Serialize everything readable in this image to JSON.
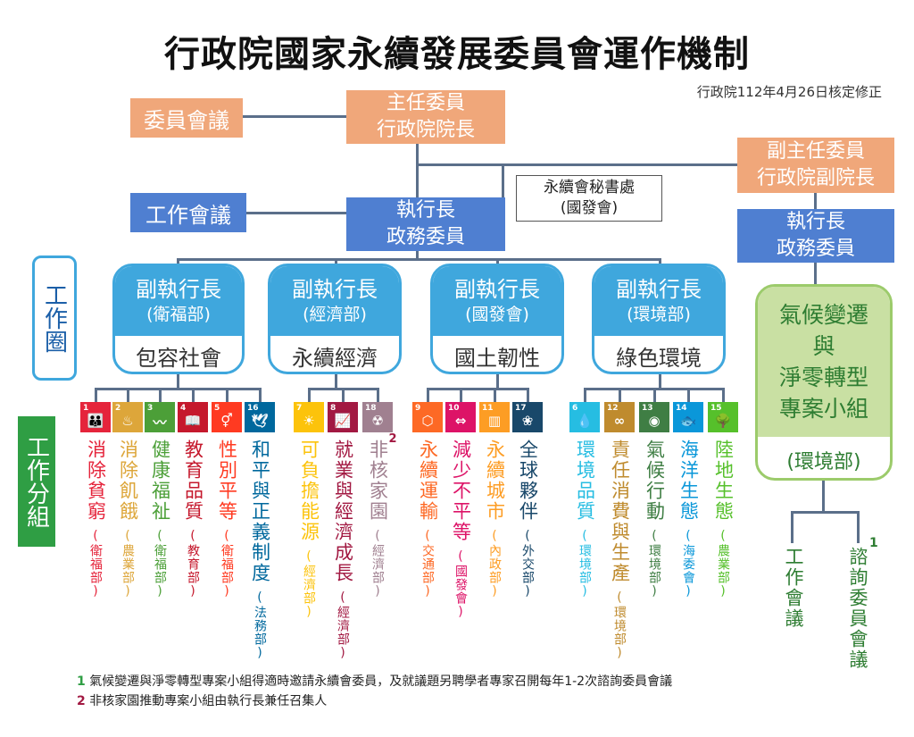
{
  "title": "行政院國家永續發展委員會運作機制",
  "approval_note": "行政院112年4月26日核定修正",
  "committee_meeting": "委員會議",
  "working_meeting": "工作會議",
  "chair": {
    "line1": "主任委員",
    "line2": "行政院院長"
  },
  "vice_chair": {
    "line1": "副主任委員",
    "line2": "行政院副院長"
  },
  "ceo_left": {
    "line1": "執行長",
    "line2": "政務委員"
  },
  "ceo_right": {
    "line1": "執行長",
    "line2": "政務委員"
  },
  "secretariat": {
    "line1": "永續會秘書處",
    "line2": "(國發會)"
  },
  "work_circle": "工作圈",
  "work_groups_label": "工作分組",
  "circles": [
    {
      "title": "副執行長",
      "agency": "(衛福部)",
      "name": "包容社會"
    },
    {
      "title": "副執行長",
      "agency": "(經濟部)",
      "name": "永續經濟"
    },
    {
      "title": "副執行長",
      "agency": "(國發會)",
      "name": "國土韌性"
    },
    {
      "title": "副執行長",
      "agency": "(環境部)",
      "name": "綠色環境"
    }
  ],
  "groups": [
    {
      "num": "1",
      "icon": "people-icon",
      "glyph": "👪",
      "color": "#e5243b",
      "name": "消除貧窮",
      "dept": "(衛福部)"
    },
    {
      "num": "2",
      "icon": "bowl-icon",
      "glyph": "♨",
      "color": "#dda63a",
      "name": "消除飢餓",
      "dept": "(農業部)"
    },
    {
      "num": "3",
      "icon": "heartbeat-icon",
      "glyph": "〰",
      "color": "#4c9f38",
      "name": "健康福祉",
      "dept": "(衛福部)"
    },
    {
      "num": "4",
      "icon": "book-icon",
      "glyph": "📖",
      "color": "#c5192d",
      "name": "教育品質",
      "dept": "(教育部)"
    },
    {
      "num": "5",
      "icon": "gender-icon",
      "glyph": "⚥",
      "color": "#ff3a21",
      "name": "性別平等",
      "dept": "(衛福部)"
    },
    {
      "num": "16",
      "icon": "dove-icon",
      "glyph": "🕊",
      "color": "#00689d",
      "name": "和平與正義制度",
      "dept": "(法務部)"
    },
    {
      "num": "7",
      "icon": "sun-icon",
      "glyph": "☀",
      "color": "#fcc30b",
      "name": "可負擔能源",
      "dept": "(經濟部)"
    },
    {
      "num": "8",
      "icon": "growth-chart-icon",
      "glyph": "📈",
      "color": "#a21942",
      "name": "就業與經濟成長",
      "dept": "(經濟部)"
    },
    {
      "num": "18",
      "icon": "no-nuclear-icon",
      "glyph": "☢",
      "color": "#a08090",
      "name": "非核家園",
      "dept": "(經濟部)"
    },
    {
      "num": "9",
      "icon": "cubes-icon",
      "glyph": "⬡",
      "color": "#fd6925",
      "name": "永續運輸",
      "dept": "(交通部)"
    },
    {
      "num": "10",
      "icon": "equality-icon",
      "glyph": "⇔",
      "color": "#dd1367",
      "name": "減少不平等",
      "dept": "(國發會)"
    },
    {
      "num": "11",
      "icon": "city-icon",
      "glyph": "▥",
      "color": "#fd9d24",
      "name": "永續城市",
      "dept": "(內政部)"
    },
    {
      "num": "17",
      "icon": "partnership-icon",
      "glyph": "❀",
      "color": "#19486a",
      "name": "全球夥伴",
      "dept": "(外交部)"
    },
    {
      "num": "6",
      "icon": "water-drop-icon",
      "glyph": "💧",
      "color": "#26bde2",
      "name": "環境品質",
      "dept": "(環境部)"
    },
    {
      "num": "12",
      "icon": "infinity-icon",
      "glyph": "∞",
      "color": "#bf8b2e",
      "name": "責任消費與生產",
      "dept": "(環境部)"
    },
    {
      "num": "13",
      "icon": "eye-globe-icon",
      "glyph": "◉",
      "color": "#3f7e44",
      "name": "氣候行動",
      "dept": "(環境部)"
    },
    {
      "num": "14",
      "icon": "fish-icon",
      "glyph": "🐟",
      "color": "#0a97d9",
      "name": "海洋生態",
      "dept": "(海委會)"
    },
    {
      "num": "15",
      "icon": "tree-icon",
      "glyph": "🌳",
      "color": "#56c02b",
      "name": "陸地生態",
      "dept": "(農業部)"
    }
  ],
  "climate_group": {
    "line1": "氣候變遷",
    "line2": "與",
    "line3": "淨零轉型",
    "line4": "專案小組",
    "agency": "(環境部)"
  },
  "climate_sub": {
    "working": "工作會議",
    "advisory": "諮詢委員會議",
    "advisory_mark": "1"
  },
  "nonnuclear_mark": "2",
  "footnotes": [
    {
      "mark": "1",
      "text": "氣候變遷與淨零轉型專案小組得適時邀請永續會委員，及就議題另聘學者專家召開每年1-2次諮詢委員會議"
    },
    {
      "mark": "2",
      "text": "非核家園推動專案小組由執行長兼任召集人"
    }
  ]
}
